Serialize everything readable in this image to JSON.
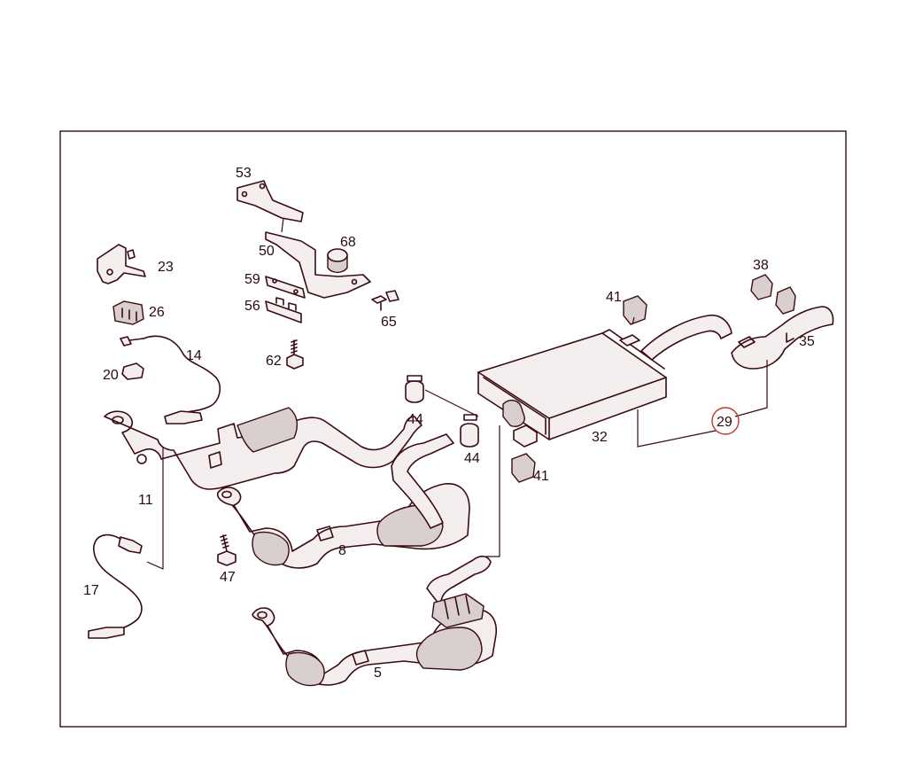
{
  "callouts": {
    "p53": "53",
    "p50": "50",
    "p68": "68",
    "p59": "59",
    "p56": "56",
    "p65": "65",
    "p62": "62",
    "p23": "23",
    "p26": "26",
    "p14": "14",
    "p20": "20",
    "p11": "11",
    "p17": "17",
    "p47": "47",
    "p8": "8",
    "p5": "5",
    "p44a": "44",
    "p44b": "44",
    "p41a": "41",
    "p41b": "41",
    "p32": "32",
    "p29": "29",
    "p38": "38",
    "p35": "35"
  },
  "colors": {
    "line": "#3a0b14",
    "highlight_circle": "#c0392b"
  }
}
